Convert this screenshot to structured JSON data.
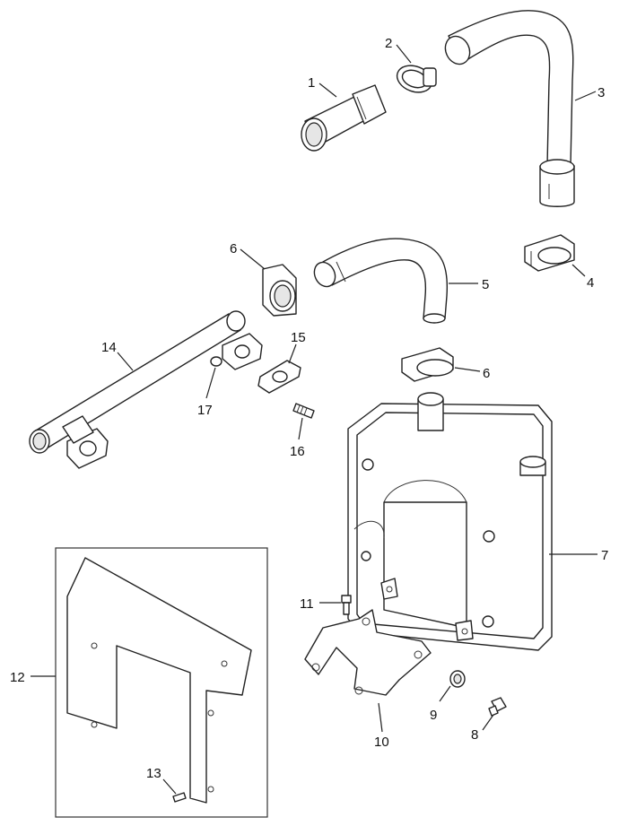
{
  "callouts": [
    {
      "id": "c1",
      "text": "1"
    },
    {
      "id": "c2",
      "text": "2"
    },
    {
      "id": "c3",
      "text": "3"
    },
    {
      "id": "c4",
      "text": "4"
    },
    {
      "id": "c5",
      "text": "5"
    },
    {
      "id": "c6a",
      "text": "6"
    },
    {
      "id": "c6b",
      "text": "6"
    },
    {
      "id": "c7",
      "text": "7"
    },
    {
      "id": "c8",
      "text": "8"
    },
    {
      "id": "c9",
      "text": "9"
    },
    {
      "id": "c10",
      "text": "10"
    },
    {
      "id": "c11",
      "text": "11"
    },
    {
      "id": "c12",
      "text": "12"
    },
    {
      "id": "c13",
      "text": "13"
    },
    {
      "id": "c14",
      "text": "14"
    },
    {
      "id": "c15",
      "text": "15"
    },
    {
      "id": "c16",
      "text": "16"
    },
    {
      "id": "c17",
      "text": "17"
    }
  ]
}
